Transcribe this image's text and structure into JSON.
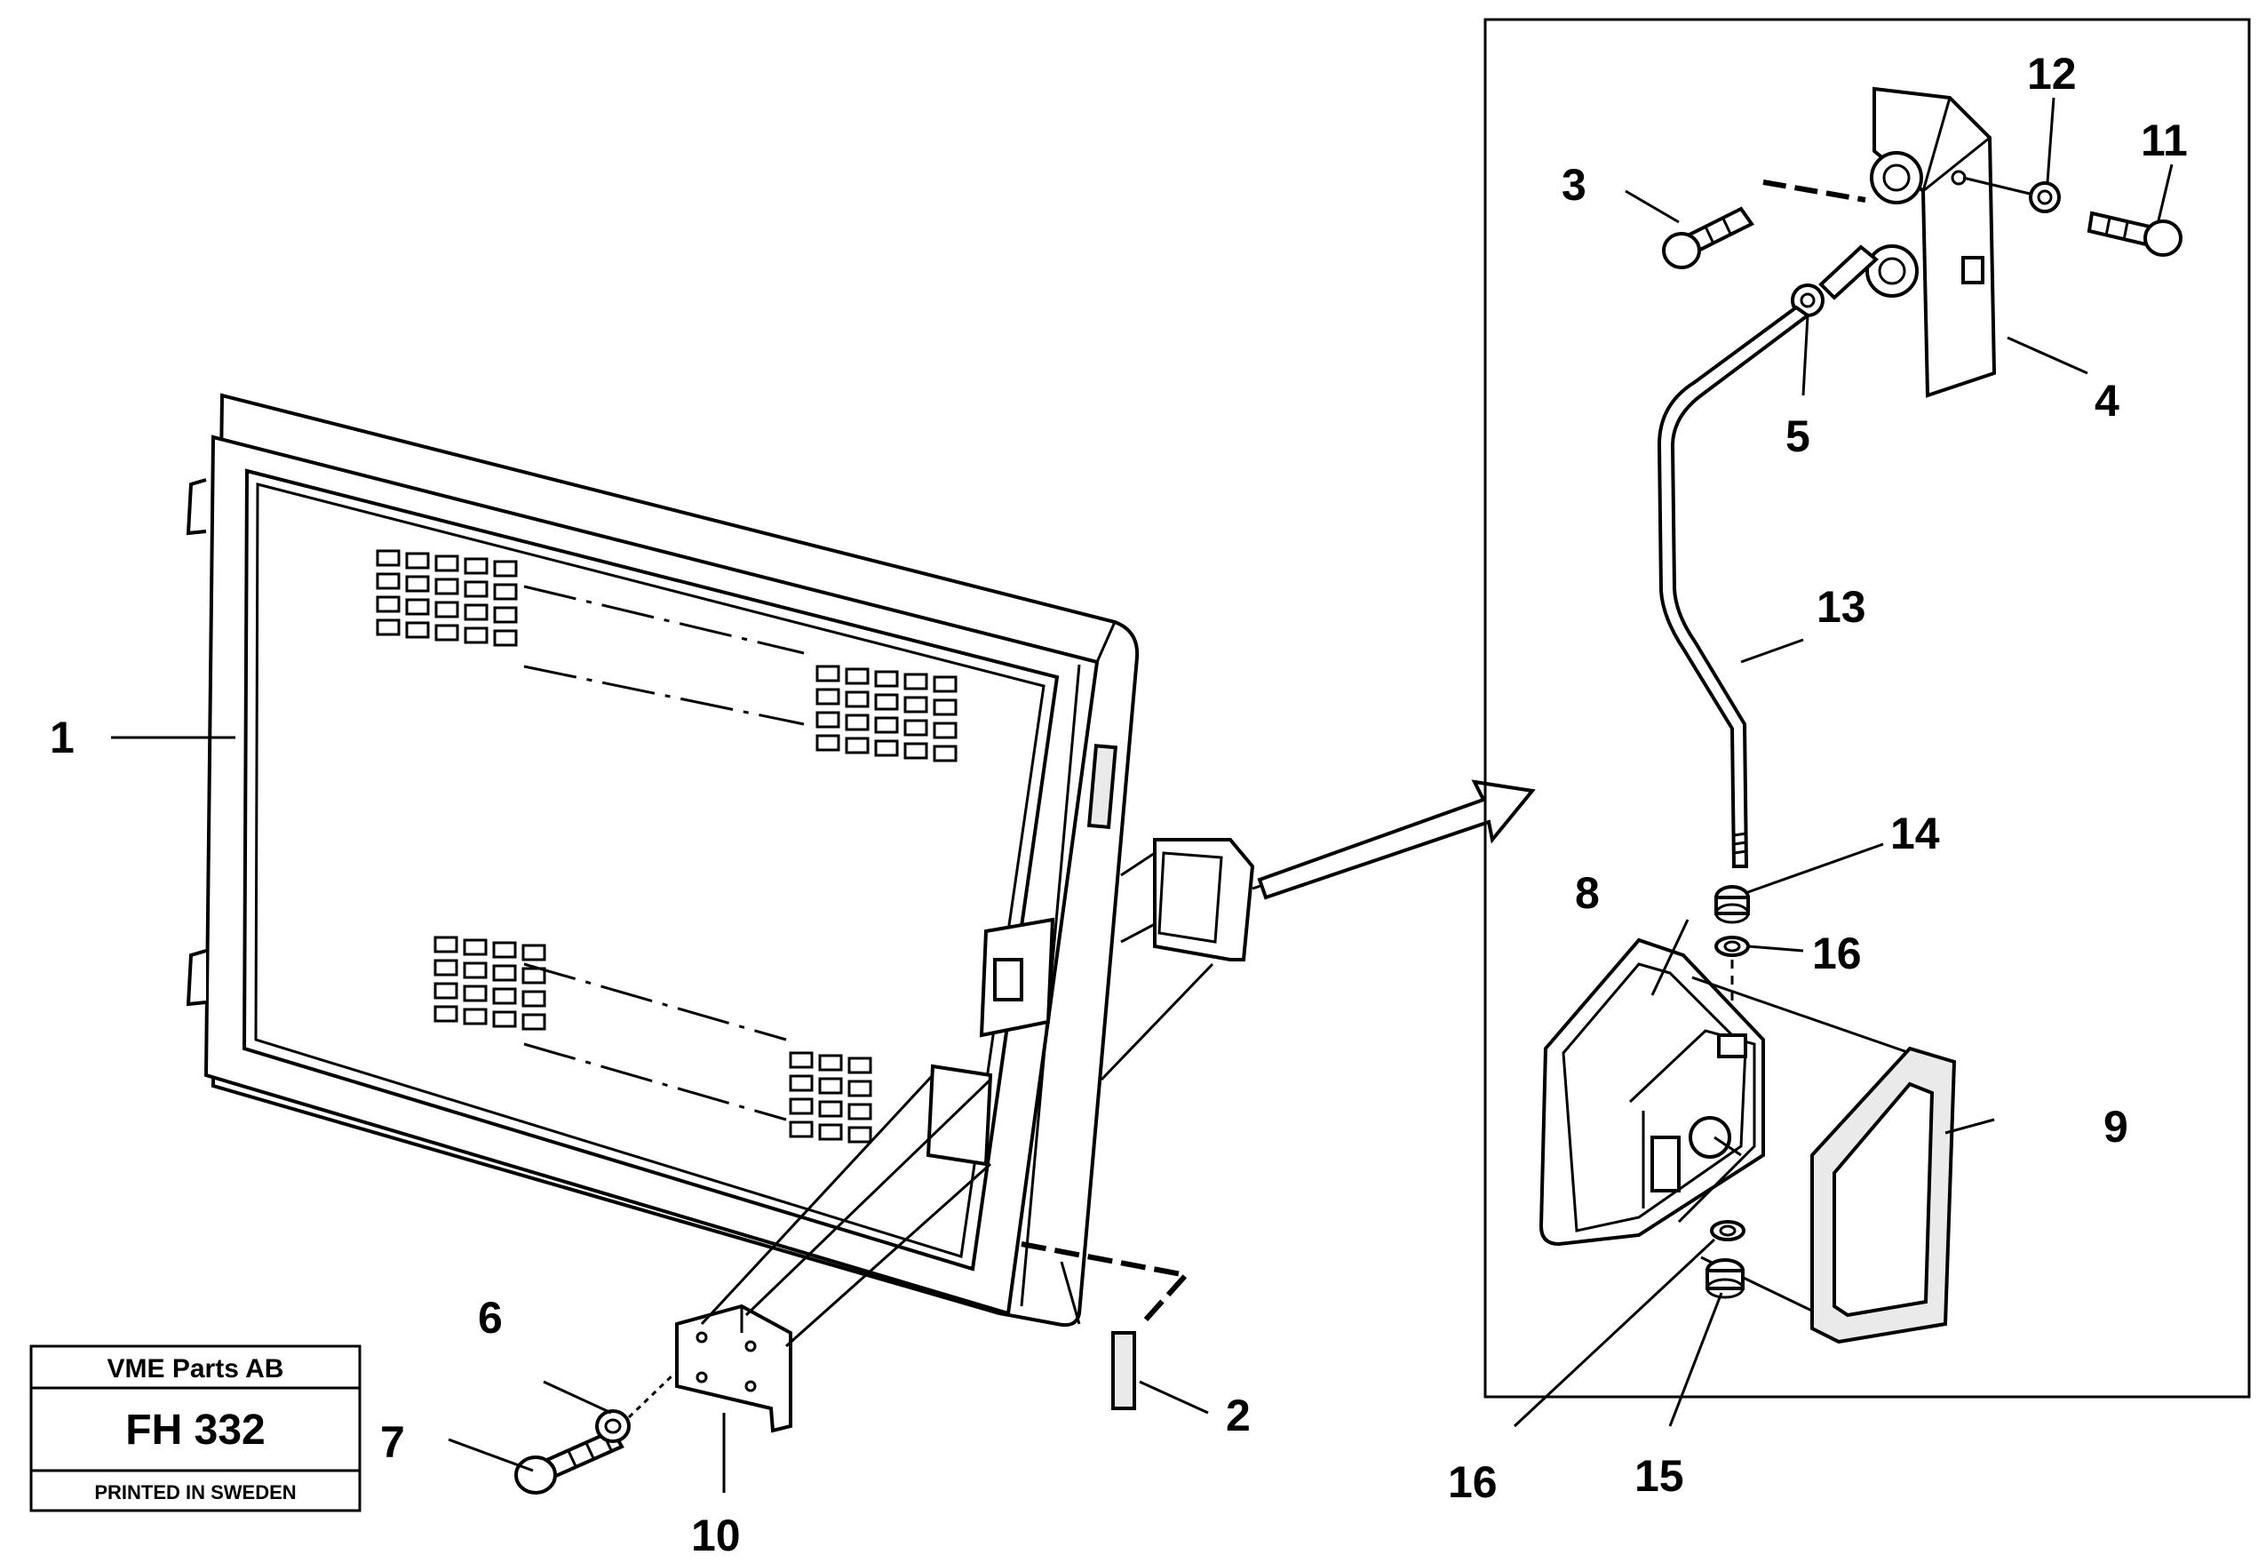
{
  "title_block": {
    "company": "VME Parts AB",
    "code": "FH 332",
    "printed": "PRINTED IN SWEDEN"
  },
  "labels": {
    "l1": "1",
    "l2": "2",
    "l3": "3",
    "l4": "4",
    "l5": "5",
    "l6": "6",
    "l7": "7",
    "l8": "8",
    "l9": "9",
    "l10": "10",
    "l11": "11",
    "l12": "12",
    "l13": "13",
    "l14": "14",
    "l15": "15",
    "l16a": "16",
    "l16b": "16"
  }
}
